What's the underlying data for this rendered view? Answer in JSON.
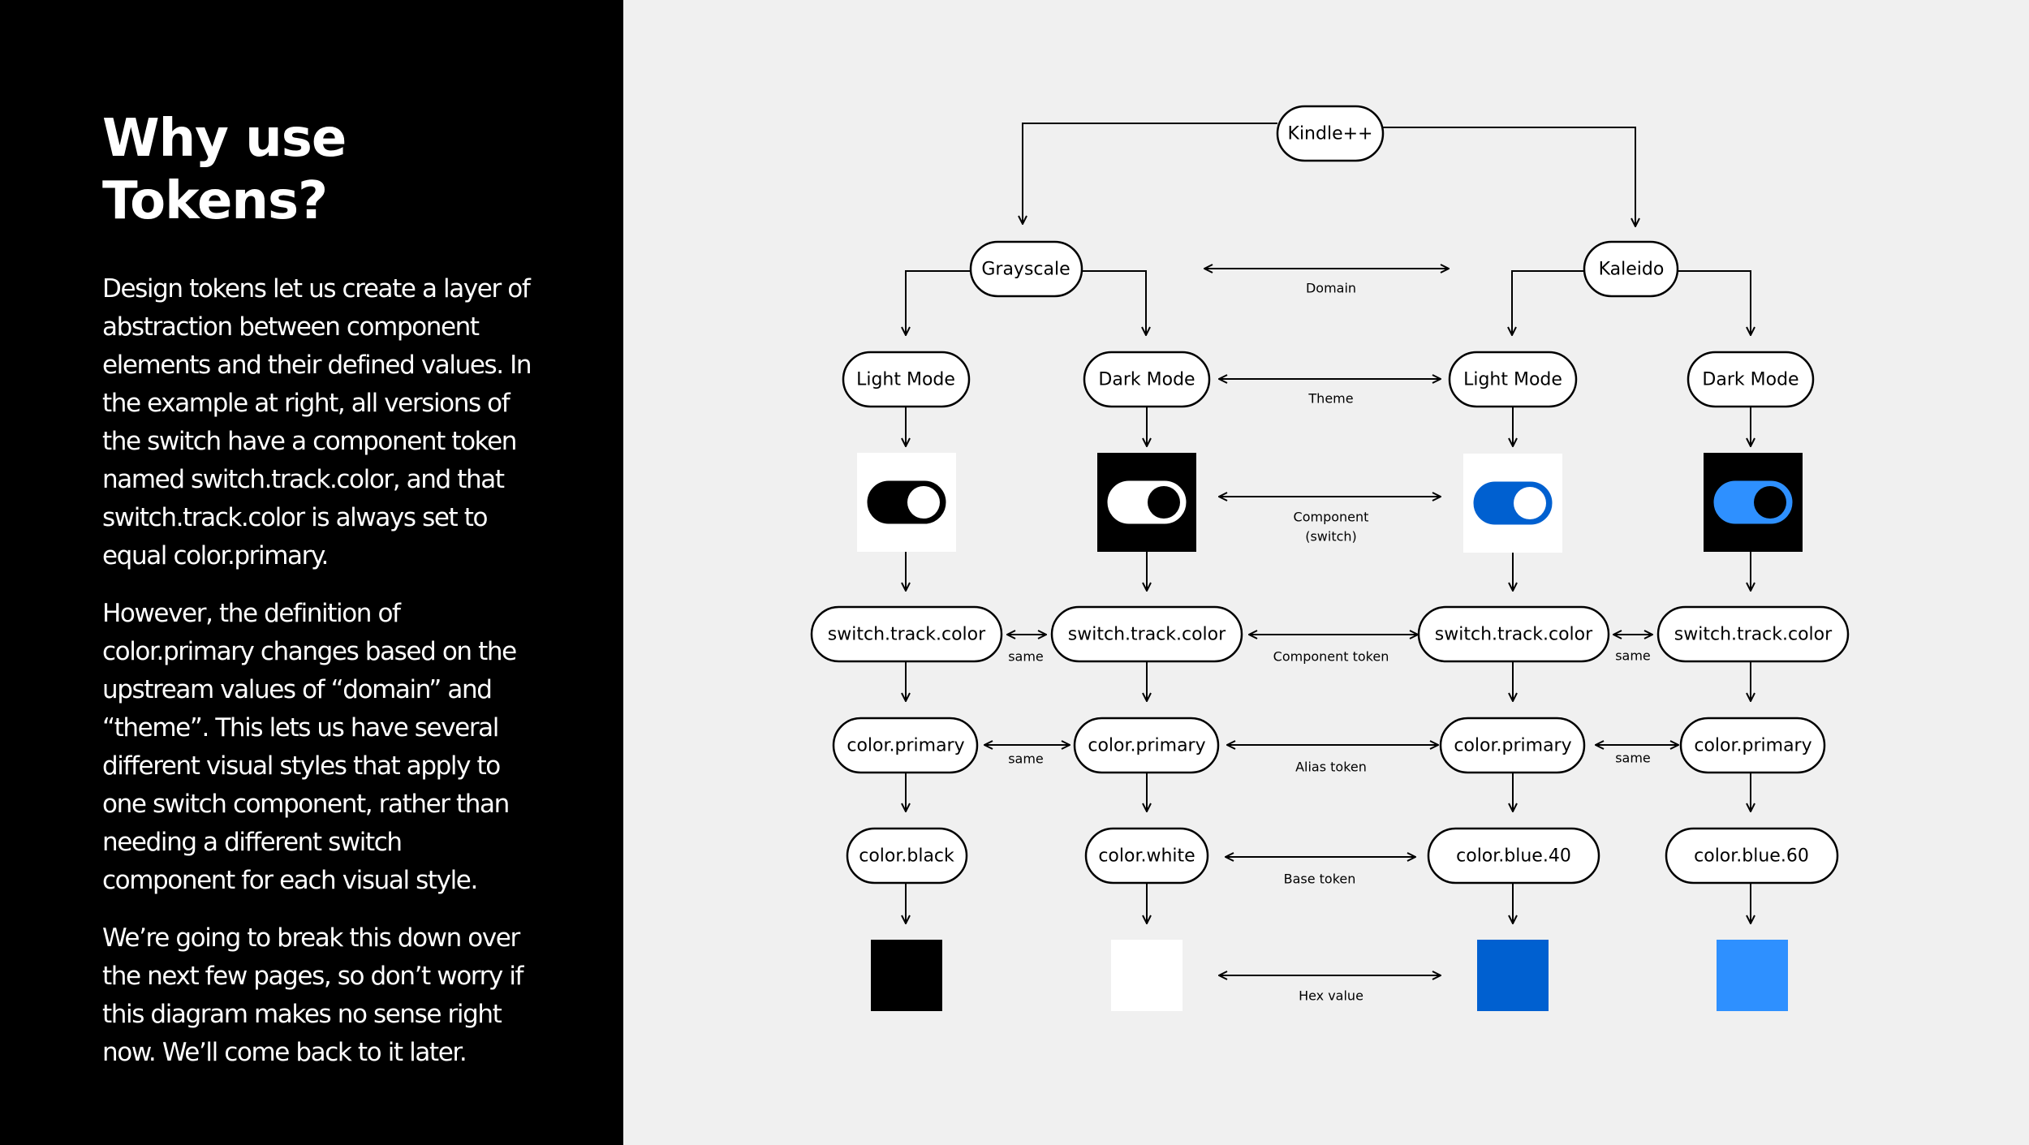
{
  "sidebar": {
    "title": "Why use Tokens?",
    "paragraphs": [
      "Design tokens let us create a layer of abstraction between component elements and their defined values. In the example at right, all versions of the switch have a component token named switch.track.color, and that switch.track.color is always set to equal color.primary.",
      "However, the definition of color.primary changes based on the upstream values of “domain” and “theme”. This lets us have several different visual styles that apply to one switch component, rather than needing a different switch component for each visual style.",
      "We’re going to break this down over the next few pages, so don’t worry if this diagram makes no sense right now. We’ll come back to it later."
    ]
  },
  "diagram": {
    "root": "Kindle++",
    "domains": [
      "Grayscale",
      "Kaleido"
    ],
    "themes": [
      "Light Mode",
      "Dark Mode",
      "Light Mode",
      "Dark Mode"
    ],
    "component_tokens": [
      "switch.track.color",
      "switch.track.color",
      "switch.track.color",
      "switch.track.color"
    ],
    "alias_tokens": [
      "color.primary",
      "color.primary",
      "color.primary",
      "color.primary"
    ],
    "base_tokens": [
      "color.black",
      "color.white",
      "color.blue.40",
      "color.blue.60"
    ],
    "swatch_colors": [
      "#000000",
      "#ffffff",
      "#0060d0",
      "#2e90ff"
    ],
    "switch_tiles": [
      {
        "background": "#ffffff",
        "track": "#000000",
        "track_border": "#000000",
        "knob": "#ffffff"
      },
      {
        "background": "#000000",
        "track": "#ffffff",
        "track_border": "#ffffff",
        "knob": "#000000"
      },
      {
        "background": "#ffffff",
        "track": "#0060d0",
        "track_border": "#0060d0",
        "knob": "#ffffff"
      },
      {
        "background": "#000000",
        "track": "#2e90ff",
        "track_border": "#2e90ff",
        "knob": "#000000"
      }
    ],
    "same_label": "same",
    "level_labels": {
      "domain": "Domain",
      "theme": "Theme",
      "component_1": "Component",
      "component_2": "(switch)",
      "component_token": "Component token",
      "alias_token": "Alias token",
      "base_token": "Base token",
      "hex_value": "Hex value"
    }
  }
}
